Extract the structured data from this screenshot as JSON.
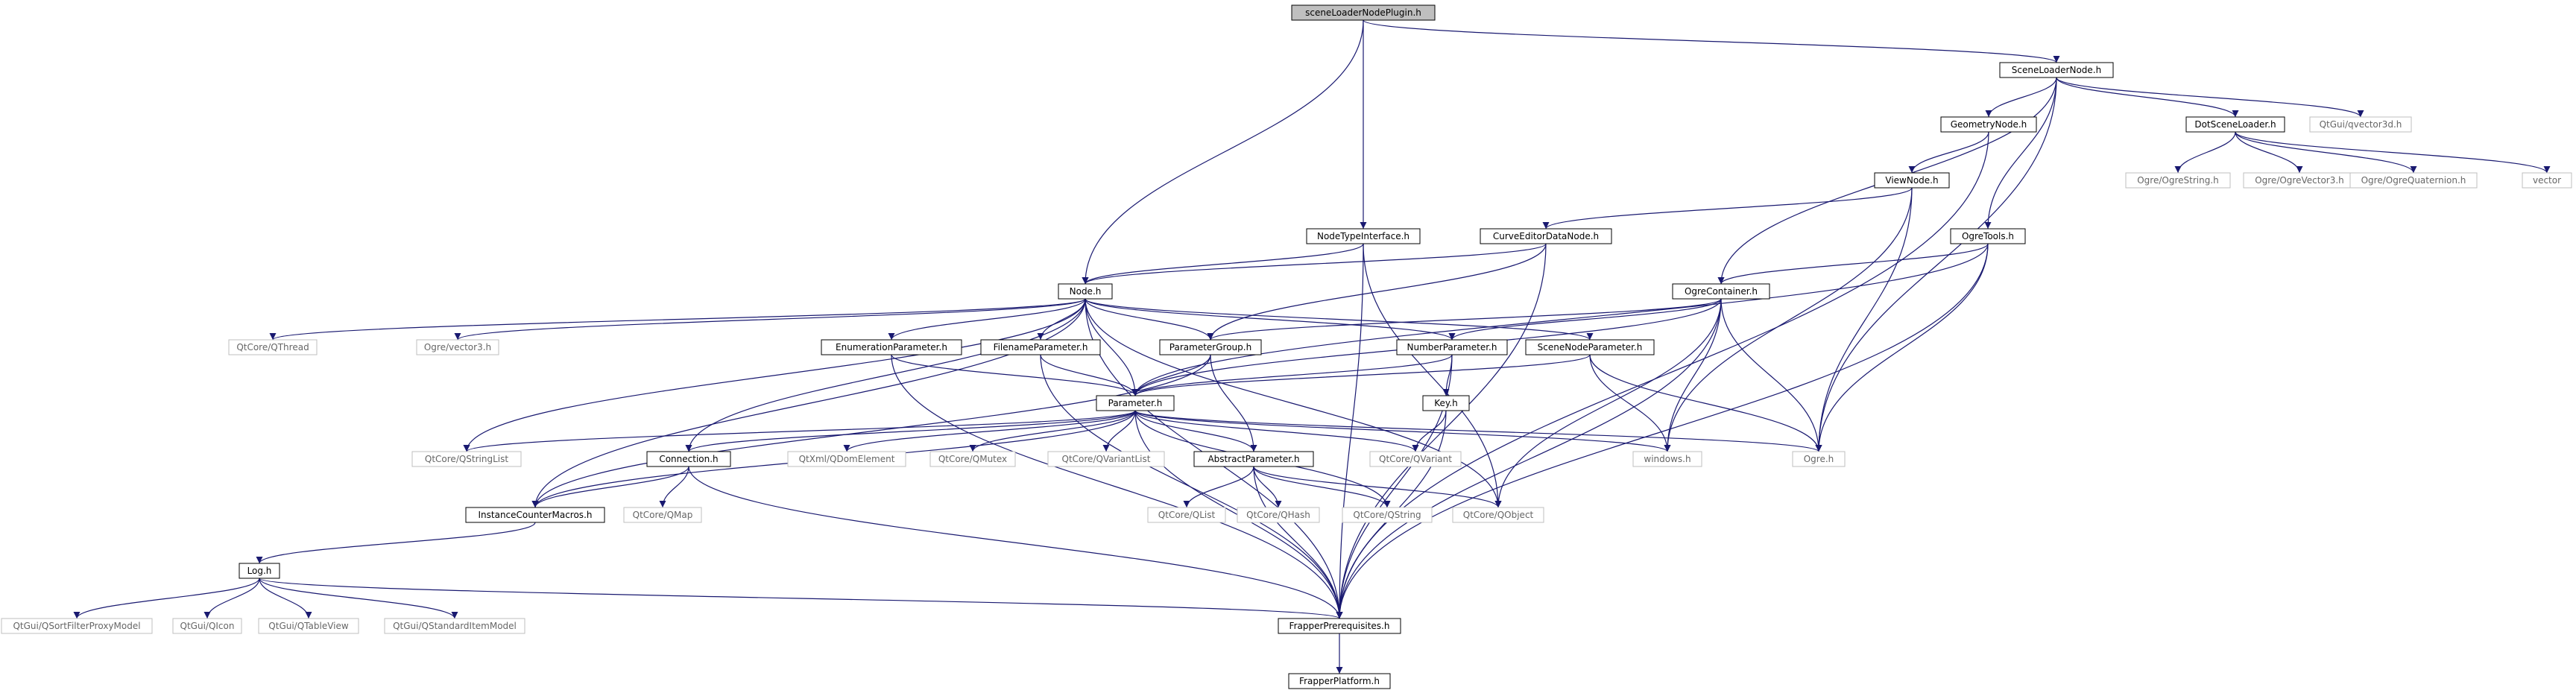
{
  "nodes": [
    {
      "id": "sceneLoaderNodePlugin",
      "label": "sceneLoaderNodePlugin.h",
      "kind": "root"
    },
    {
      "id": "SceneLoaderNode",
      "label": "SceneLoaderNode.h",
      "kind": "boxed"
    },
    {
      "id": "GeometryNode",
      "label": "GeometryNode.h",
      "kind": "boxed"
    },
    {
      "id": "DotSceneLoader",
      "label": "DotSceneLoader.h",
      "kind": "boxed"
    },
    {
      "id": "qvector3d",
      "label": "QtGui/qvector3d.h",
      "kind": "external"
    },
    {
      "id": "ViewNode",
      "label": "ViewNode.h",
      "kind": "boxed"
    },
    {
      "id": "OgreString",
      "label": "Ogre/OgreString.h",
      "kind": "external"
    },
    {
      "id": "OgreVector3",
      "label": "Ogre/OgreVector3.h",
      "kind": "external"
    },
    {
      "id": "OgreQuaternion",
      "label": "Ogre/OgreQuaternion.h",
      "kind": "external"
    },
    {
      "id": "vector",
      "label": "vector",
      "kind": "external"
    },
    {
      "id": "NodeTypeInterface",
      "label": "NodeTypeInterface.h",
      "kind": "boxed"
    },
    {
      "id": "CurveEditorDataNode",
      "label": "CurveEditorDataNode.h",
      "kind": "boxed"
    },
    {
      "id": "OgreTools",
      "label": "OgreTools.h",
      "kind": "boxed"
    },
    {
      "id": "NodeH",
      "label": "Node.h",
      "kind": "boxed"
    },
    {
      "id": "OgreContainer",
      "label": "OgreContainer.h",
      "kind": "boxed"
    },
    {
      "id": "QThread",
      "label": "QtCore/QThread",
      "kind": "external"
    },
    {
      "id": "ogrevector3",
      "label": "Ogre/vector3.h",
      "kind": "external"
    },
    {
      "id": "EnumerationParameter",
      "label": "EnumerationParameter.h",
      "kind": "boxed"
    },
    {
      "id": "FilenameParameter",
      "label": "FilenameParameter.h",
      "kind": "boxed"
    },
    {
      "id": "ParameterGroup",
      "label": "ParameterGroup.h",
      "kind": "boxed"
    },
    {
      "id": "NumberParameter",
      "label": "NumberParameter.h",
      "kind": "boxed"
    },
    {
      "id": "SceneNodeParameter",
      "label": "SceneNodeParameter.h",
      "kind": "boxed"
    },
    {
      "id": "KeyH",
      "label": "Key.h",
      "kind": "boxed"
    },
    {
      "id": "ParameterH",
      "label": "Parameter.h",
      "kind": "boxed"
    },
    {
      "id": "QStringList",
      "label": "QtCore/QStringList",
      "kind": "external"
    },
    {
      "id": "ConnectionH",
      "label": "Connection.h",
      "kind": "boxed"
    },
    {
      "id": "QDomElement",
      "label": "QtXml/QDomElement",
      "kind": "external"
    },
    {
      "id": "QMutex",
      "label": "QtCore/QMutex",
      "kind": "external"
    },
    {
      "id": "QVariantList",
      "label": "QtCore/QVariantList",
      "kind": "external"
    },
    {
      "id": "AbstractParameter",
      "label": "AbstractParameter.h",
      "kind": "boxed"
    },
    {
      "id": "QVariant",
      "label": "QtCore/QVariant",
      "kind": "external"
    },
    {
      "id": "windowsH",
      "label": "windows.h",
      "kind": "external"
    },
    {
      "id": "OgreH",
      "label": "Ogre.h",
      "kind": "external"
    },
    {
      "id": "InstanceCounterMacros",
      "label": "InstanceCounterMacros.h",
      "kind": "boxed"
    },
    {
      "id": "QMap",
      "label": "QtCore/QMap",
      "kind": "external"
    },
    {
      "id": "QList",
      "label": "QtCore/QList",
      "kind": "external"
    },
    {
      "id": "QHash",
      "label": "QtCore/QHash",
      "kind": "external"
    },
    {
      "id": "QString",
      "label": "QtCore/QString",
      "kind": "external"
    },
    {
      "id": "QObject",
      "label": "QtCore/QObject",
      "kind": "external"
    },
    {
      "id": "LogH",
      "label": "Log.h",
      "kind": "boxed"
    },
    {
      "id": "QSortFilterProxyModel",
      "label": "QtGui/QSortFilterProxyModel",
      "kind": "external"
    },
    {
      "id": "QIcon",
      "label": "QtGui/QIcon",
      "kind": "external"
    },
    {
      "id": "QTableView",
      "label": "QtGui/QTableView",
      "kind": "external"
    },
    {
      "id": "QStandardItemModel",
      "label": "QtGui/QStandardItemModel",
      "kind": "external"
    },
    {
      "id": "FrapperPrerequisites",
      "label": "FrapperPrerequisites.h",
      "kind": "boxed"
    },
    {
      "id": "FrapperPlatform",
      "label": "FrapperPlatform.h",
      "kind": "boxed"
    }
  ],
  "edges": [
    [
      "sceneLoaderNodePlugin",
      "SceneLoaderNode"
    ],
    [
      "sceneLoaderNodePlugin",
      "NodeTypeInterface"
    ],
    [
      "sceneLoaderNodePlugin",
      "NodeH"
    ],
    [
      "SceneLoaderNode",
      "GeometryNode"
    ],
    [
      "SceneLoaderNode",
      "DotSceneLoader"
    ],
    [
      "SceneLoaderNode",
      "qvector3d"
    ],
    [
      "SceneLoaderNode",
      "OgreTools"
    ],
    [
      "SceneLoaderNode",
      "OgreContainer"
    ],
    [
      "SceneLoaderNode",
      "OgreH"
    ],
    [
      "GeometryNode",
      "ViewNode"
    ],
    [
      "GeometryNode",
      "FrapperPrerequisites"
    ],
    [
      "DotSceneLoader",
      "OgreString"
    ],
    [
      "DotSceneLoader",
      "OgreVector3"
    ],
    [
      "DotSceneLoader",
      "OgreQuaternion"
    ],
    [
      "DotSceneLoader",
      "vector"
    ],
    [
      "ViewNode",
      "CurveEditorDataNode"
    ],
    [
      "ViewNode",
      "windowsH"
    ],
    [
      "ViewNode",
      "OgreH"
    ],
    [
      "NodeTypeInterface",
      "NodeH"
    ],
    [
      "NodeTypeInterface",
      "QObject"
    ],
    [
      "NodeTypeInterface",
      "FrapperPrerequisites"
    ],
    [
      "CurveEditorDataNode",
      "NodeH"
    ],
    [
      "CurveEditorDataNode",
      "ParameterGroup"
    ],
    [
      "CurveEditorDataNode",
      "FrapperPrerequisites"
    ],
    [
      "OgreTools",
      "OgreContainer"
    ],
    [
      "OgreTools",
      "ParameterH"
    ],
    [
      "OgreTools",
      "OgreH"
    ],
    [
      "OgreTools",
      "FrapperPrerequisites"
    ],
    [
      "NodeH",
      "QThread"
    ],
    [
      "NodeH",
      "ogrevector3"
    ],
    [
      "NodeH",
      "EnumerationParameter"
    ],
    [
      "NodeH",
      "FilenameParameter"
    ],
    [
      "NodeH",
      "ParameterGroup"
    ],
    [
      "NodeH",
      "NumberParameter"
    ],
    [
      "NodeH",
      "SceneNodeParameter"
    ],
    [
      "NodeH",
      "ParameterH"
    ],
    [
      "NodeH",
      "QStringList"
    ],
    [
      "NodeH",
      "ConnectionH"
    ],
    [
      "NodeH",
      "InstanceCounterMacros"
    ],
    [
      "NodeH",
      "QObject"
    ],
    [
      "NodeH",
      "FrapperPrerequisites"
    ],
    [
      "OgreContainer",
      "ParameterGroup"
    ],
    [
      "OgreContainer",
      "NumberParameter"
    ],
    [
      "OgreContainer",
      "ParameterH"
    ],
    [
      "OgreContainer",
      "windowsH"
    ],
    [
      "OgreContainer",
      "OgreH"
    ],
    [
      "OgreContainer",
      "QObject"
    ],
    [
      "OgreContainer",
      "FrapperPrerequisites"
    ],
    [
      "EnumerationParameter",
      "ParameterH"
    ],
    [
      "EnumerationParameter",
      "FrapperPrerequisites"
    ],
    [
      "FilenameParameter",
      "ParameterH"
    ],
    [
      "FilenameParameter",
      "FrapperPrerequisites"
    ],
    [
      "ParameterGroup",
      "ParameterH"
    ],
    [
      "ParameterGroup",
      "AbstractParameter"
    ],
    [
      "ParameterGroup",
      "InstanceCounterMacros"
    ],
    [
      "NumberParameter",
      "ParameterH"
    ],
    [
      "NumberParameter",
      "KeyH"
    ],
    [
      "NumberParameter",
      "FrapperPrerequisites"
    ],
    [
      "SceneNodeParameter",
      "ParameterH"
    ],
    [
      "SceneNodeParameter",
      "windowsH"
    ],
    [
      "SceneNodeParameter",
      "OgreH"
    ],
    [
      "KeyH",
      "QVariant"
    ],
    [
      "KeyH",
      "FrapperPrerequisites"
    ],
    [
      "ParameterH",
      "QStringList"
    ],
    [
      "ParameterH",
      "ConnectionH"
    ],
    [
      "ParameterH",
      "QDomElement"
    ],
    [
      "ParameterH",
      "QMutex"
    ],
    [
      "ParameterH",
      "QVariantList"
    ],
    [
      "ParameterH",
      "AbstractParameter"
    ],
    [
      "ParameterH",
      "QVariant"
    ],
    [
      "ParameterH",
      "windowsH"
    ],
    [
      "ParameterH",
      "OgreH"
    ],
    [
      "ParameterH",
      "QString"
    ],
    [
      "ParameterH",
      "InstanceCounterMacros"
    ],
    [
      "ParameterH",
      "FrapperPrerequisites"
    ],
    [
      "ConnectionH",
      "QMap"
    ],
    [
      "ConnectionH",
      "InstanceCounterMacros"
    ],
    [
      "ConnectionH",
      "FrapperPrerequisites"
    ],
    [
      "AbstractParameter",
      "QList"
    ],
    [
      "AbstractParameter",
      "QHash"
    ],
    [
      "AbstractParameter",
      "QString"
    ],
    [
      "AbstractParameter",
      "QObject"
    ],
    [
      "AbstractParameter",
      "FrapperPrerequisites"
    ],
    [
      "InstanceCounterMacros",
      "LogH"
    ],
    [
      "LogH",
      "QSortFilterProxyModel"
    ],
    [
      "LogH",
      "QIcon"
    ],
    [
      "LogH",
      "QTableView"
    ],
    [
      "LogH",
      "QStandardItemModel"
    ],
    [
      "LogH",
      "FrapperPrerequisites"
    ],
    [
      "FrapperPrerequisites",
      "FrapperPlatform"
    ]
  ],
  "colors": {
    "edge": "#191970",
    "boxed_border": "#000000",
    "external_border": "#bfbfbf",
    "external_text": "#666666",
    "root_fill": "#bfbfbf",
    "text": "#000000"
  }
}
